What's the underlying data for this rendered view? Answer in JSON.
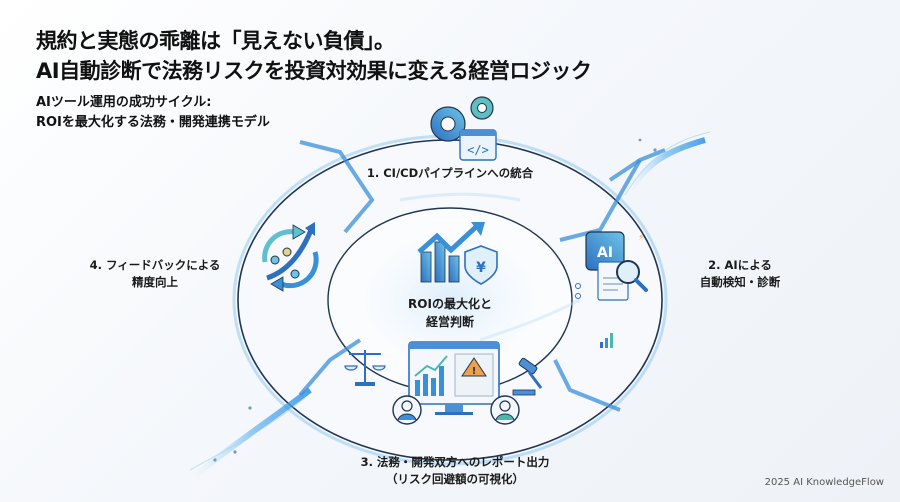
{
  "header": {
    "title_line1": "規約と実態の乖離は「見えない負債」。",
    "title_line2": "AI自動診断で法務リスクを投資対効果に変える経営ロジック"
  },
  "subtitle": {
    "line1": "AIツール運用の成功サイクル:",
    "line2": "ROIを最大化する法務・開発連携モデル"
  },
  "cycle": {
    "center": {
      "line1": "ROIの最大化と",
      "line2": "経営判断",
      "icon": "growth-chart-yen-shield-icon"
    },
    "steps": [
      {
        "number": "1",
        "line1": "1. CI/CDパイプラインへの統合",
        "line2": "",
        "icon": "gears-code-window-icon"
      },
      {
        "number": "2",
        "line1": "2. AIによる",
        "line2": "自動検知・診断",
        "icon": "ai-chip-magnifier-icon"
      },
      {
        "number": "3",
        "line1": "3. 法務・開発双方へのレポート出力",
        "line2": "（リスク回避額の可視化）",
        "icon": "report-dashboard-icon"
      },
      {
        "number": "4",
        "line1": "4. フィードバックによる",
        "line2": "精度向上",
        "icon": "feedback-loop-icon"
      }
    ]
  },
  "colors": {
    "ring_fill": "#f7f9fc",
    "ring_stroke": "#1f3550",
    "accent_blue": "#3a8fd9",
    "accent_teal": "#4bb7b0",
    "warning": "#f0a04b"
  },
  "footer": {
    "text": "2025 AI KnowledgeFlow"
  }
}
